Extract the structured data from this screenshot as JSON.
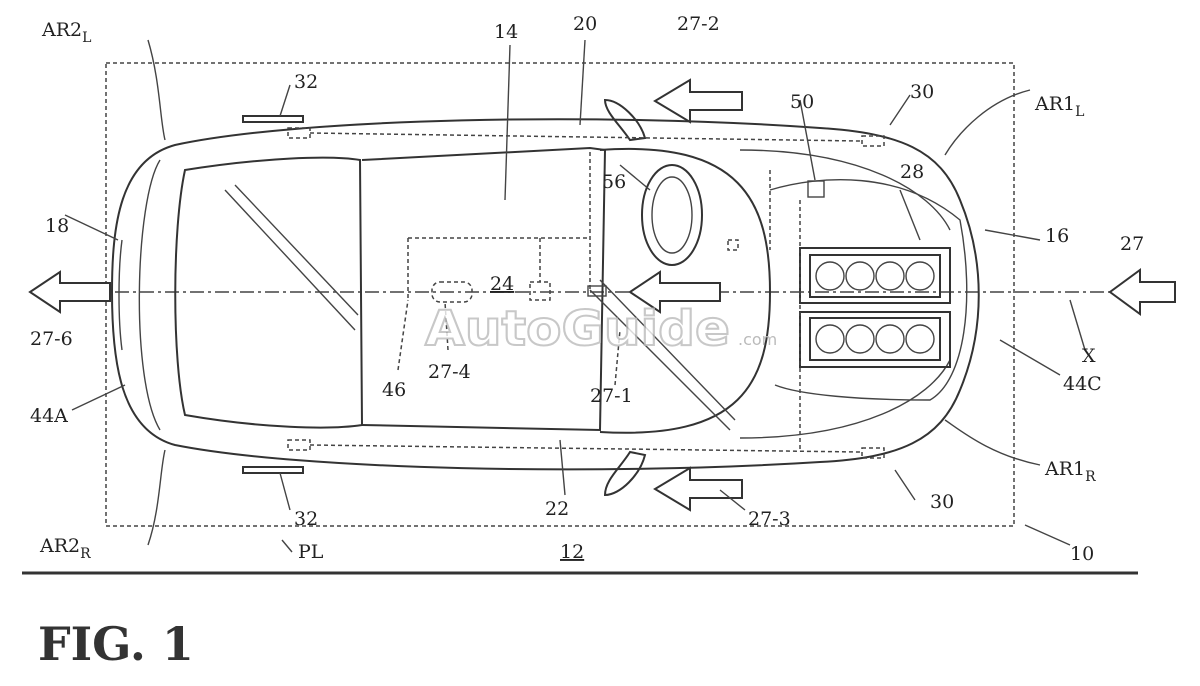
{
  "figure": {
    "title": "FIG. 1",
    "watermark": "AutoGuide",
    "watermark_suffix": ".com",
    "labels": {
      "ar2l": "AR2",
      "ar2l_sub": "L",
      "ar2r": "AR2",
      "ar2r_sub": "R",
      "ar1l": "AR1",
      "ar1l_sub": "L",
      "ar1r": "AR1",
      "ar1r_sub": "R",
      "n32_top": "32",
      "n32_bottom": "32",
      "n14": "14",
      "n20": "20",
      "n27_2": "27-2",
      "n50": "50",
      "n30_top": "30",
      "n30_bottom": "30",
      "n56": "56",
      "n28": "28",
      "n18": "18",
      "n16": "16",
      "n27": "27",
      "n24": "24",
      "n27_6": "27-6",
      "n27_4": "27-4",
      "n27_1": "27-1",
      "x": "X",
      "n46": "46",
      "n44c": "44C",
      "n44a": "44A",
      "n22": "22",
      "n27_3": "27-3",
      "pl": "PL",
      "n12": "12",
      "n10": "10"
    }
  }
}
